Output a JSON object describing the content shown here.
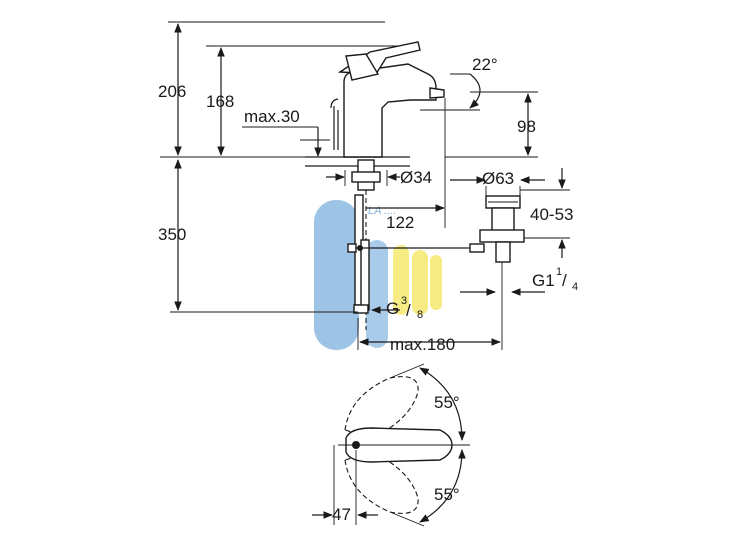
{
  "diagram": {
    "colors": {
      "line": "#1a1a1a",
      "watermark_blue": "#5b9bd5",
      "watermark_yellow": "#f5e55a"
    },
    "side_view": {
      "height_total": "206",
      "height_spout": "168",
      "max_deck_thickness": "max.30",
      "tilt_angle": "22°",
      "spout_clearance": "98",
      "body_diameter": "Ø34",
      "reach": "122",
      "supply_length": "350",
      "supply_thread_base": "G",
      "supply_thread_num": "3",
      "supply_thread_den": "8",
      "pull_rod_reach": "max.180"
    },
    "waste_view": {
      "diameter": "Ø63",
      "clamping_range": "40-53",
      "thread_base": "G1",
      "thread_num": "1",
      "thread_den": "4"
    },
    "top_view": {
      "rotation_upper": "55°",
      "rotation_lower": "55°",
      "handle_offset": "47"
    },
    "watermark_text": "LA ...."
  }
}
